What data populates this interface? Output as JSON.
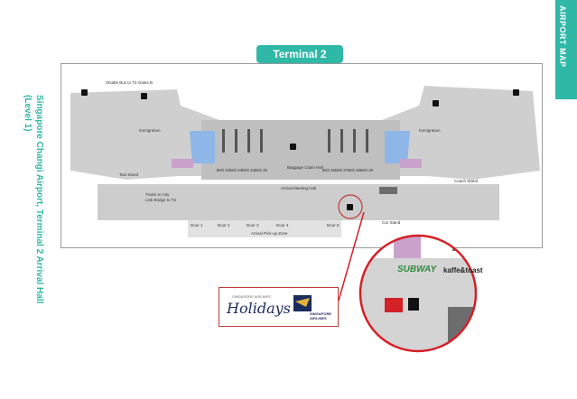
{
  "side_tab": {
    "label": "AIRPORT MAP"
  },
  "title": {
    "terminal": "Terminal 2",
    "location_line1": "Singapore Changi Airport, Terminal 2 Arrival Hall",
    "location_line2": "(Level 1)"
  },
  "map_labels": {
    "shuttle": "Shuttle Bus to T3 Gates B",
    "immigration_left": "Immigration",
    "immigration_right": "Immigration",
    "baggage": "Baggage Claim Hall",
    "taxi_stand": "Taxi Stand",
    "coach_stand": "Coach Stand",
    "trains": "Trains to City",
    "link_bridge": "Link Bridge to T3",
    "meeting_hall": "Arrival Meeting Hall",
    "pickup_zone": "Arrival Pick-up Zone",
    "car_stand": "Car Stand",
    "belts": [
      "Belt 32",
      "Belt 33",
      "Belt 34",
      "Belt 35",
      "Belt 36",
      "Belt 37",
      "Belt 38",
      "Belt 39"
    ],
    "doors": [
      "Door 1",
      "Door 2",
      "Door 3",
      "Door 4",
      "Door 5"
    ]
  },
  "zoom": {
    "store1": "SUBWAY",
    "store2": "kaffe&toast"
  },
  "logo": {
    "top_text": "SINGAPORE AIRLINES",
    "brand": "Holidays",
    "airline_name": "SINGAPORE AIRLINES"
  },
  "colors": {
    "teal": "#2fb8a6",
    "red": "#d42027",
    "pink": "#c9a2cc",
    "blue": "#8fb6e8",
    "gray": "#c9c9c9",
    "dark": "#6d6d6d"
  }
}
